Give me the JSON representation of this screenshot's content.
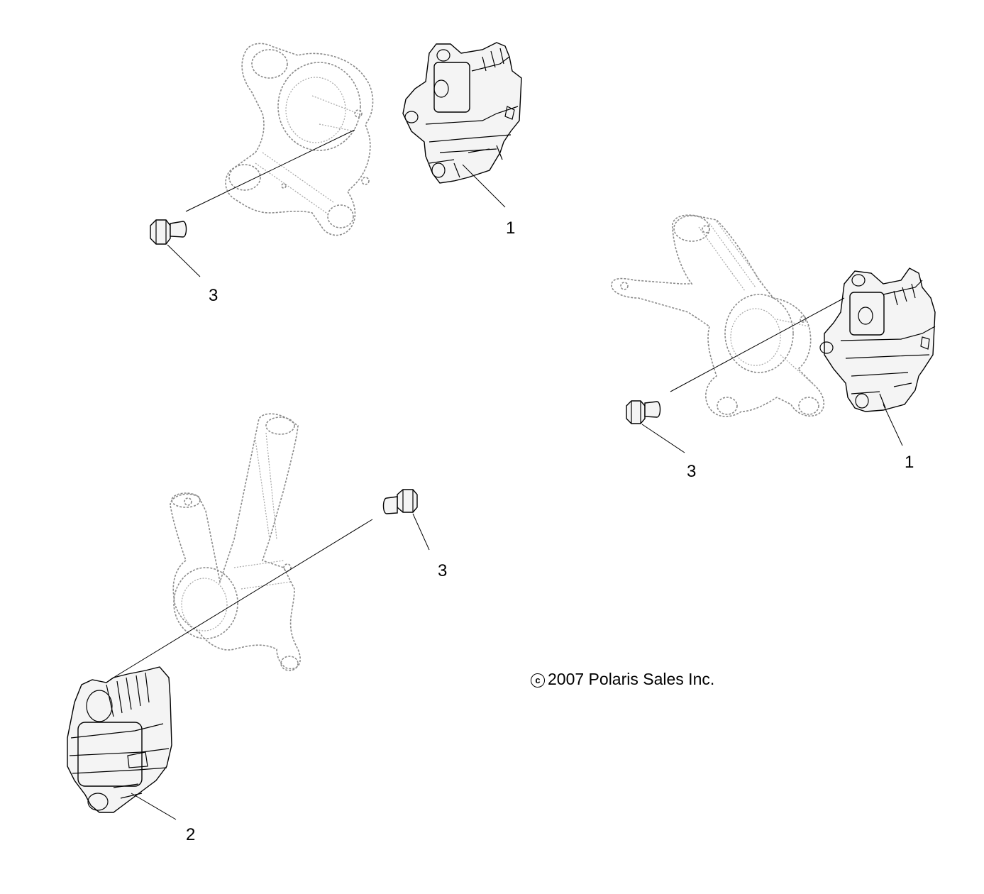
{
  "diagram": {
    "callouts": [
      {
        "id": "caliper-top",
        "label": "1"
      },
      {
        "id": "caliper-right",
        "label": "1"
      },
      {
        "id": "caliper-bottom",
        "label": "2"
      },
      {
        "id": "bolt-top",
        "label": "3"
      },
      {
        "id": "bolt-right",
        "label": "3"
      },
      {
        "id": "bolt-bottom",
        "label": "3"
      }
    ],
    "copyright": {
      "symbol": "c",
      "text": "2007 Polaris Sales Inc."
    }
  }
}
